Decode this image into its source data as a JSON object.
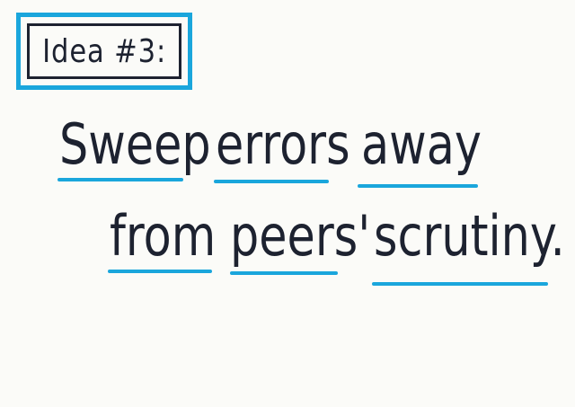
{
  "card": {
    "title": "Idea #3:",
    "line1": [
      "Sweep",
      "errors",
      "away"
    ],
    "line2": [
      "from",
      "peers'",
      "scrutiny."
    ]
  },
  "colors": {
    "accent": "#1aa6dc",
    "ink": "#1d2230",
    "paper": "#fbfbf8"
  }
}
